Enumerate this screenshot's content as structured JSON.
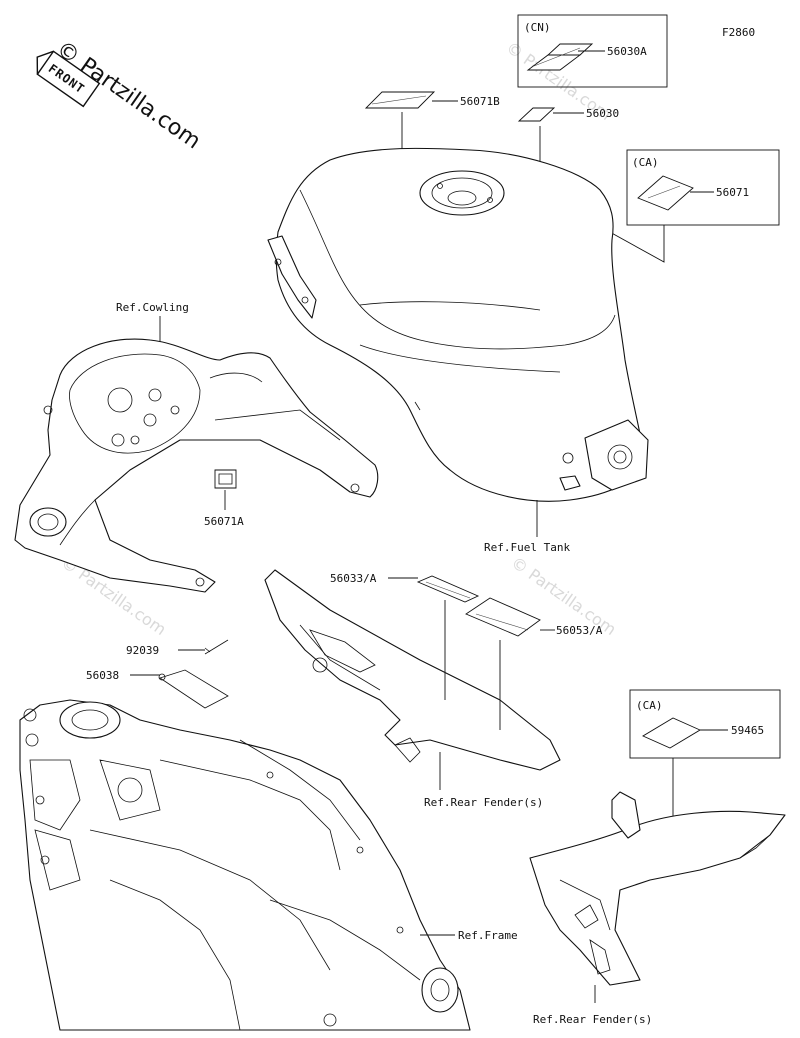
{
  "figure_code": "F2860",
  "watermark": "© Partzilla.com",
  "front_badge": "FRONT",
  "callouts": {
    "p56030A": "56030A",
    "p56071B": "56071B",
    "p56030": "56030",
    "p56071": "56071",
    "p56071A": "56071A",
    "p56033A": "56033/A",
    "p56053A": "56053/A",
    "p92039": "92039",
    "p56038": "56038",
    "p59465": "59465"
  },
  "region_tags": {
    "cn": "(CN)",
    "ca1": "(CA)",
    "ca2": "(CA)"
  },
  "references": {
    "cowling": "Ref.Cowling",
    "fuel_tank": "Ref.Fuel Tank",
    "rear_fender_1": "Ref.Rear Fender(s)",
    "frame": "Ref.Frame",
    "rear_fender_2": "Ref.Rear Fender(s)"
  }
}
